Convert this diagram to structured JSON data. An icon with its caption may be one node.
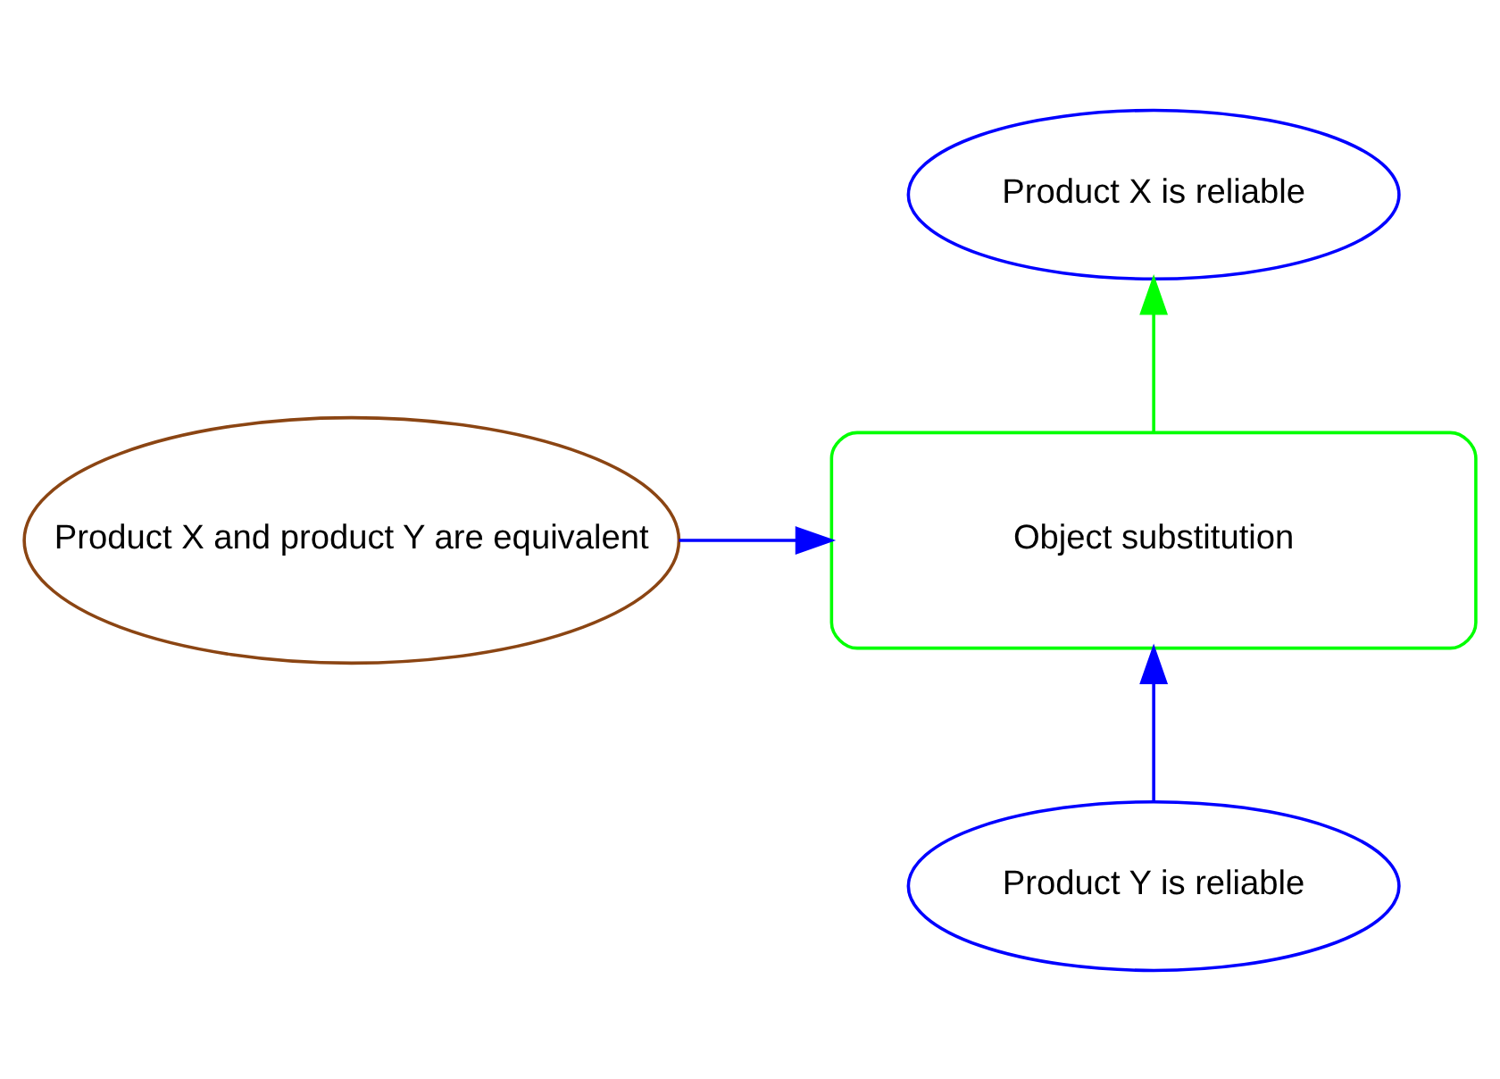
{
  "diagram": {
    "nodes": [
      {
        "text": [
          "Product X is reliable"
        ]
      },
      {
        "text": [
          "Object substitution"
        ]
      },
      {
        "text": [
          "Product X and product Y are equivalent"
        ]
      },
      {
        "text": [
          "Product Y is reliable"
        ]
      }
    ],
    "edges": [
      {
        "from": 1,
        "to": 0,
        "arrow": "to",
        "color": "#00ff00"
      },
      {
        "from": 2,
        "to": 1,
        "arrow": "to"
      },
      {
        "from": 3,
        "to": 1,
        "arrow": "to"
      }
    ]
  }
}
